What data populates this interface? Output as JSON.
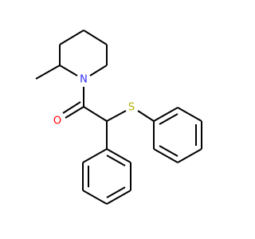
{
  "molecule": {
    "atoms": {
      "nitrogen": {
        "symbol": "N",
        "color": "#3333ff"
      },
      "oxygen": {
        "symbol": "O",
        "color": "#ff0000"
      },
      "sulfur": {
        "symbol": "S",
        "color": "#b2b200"
      }
    },
    "bond_color": "#000000"
  }
}
